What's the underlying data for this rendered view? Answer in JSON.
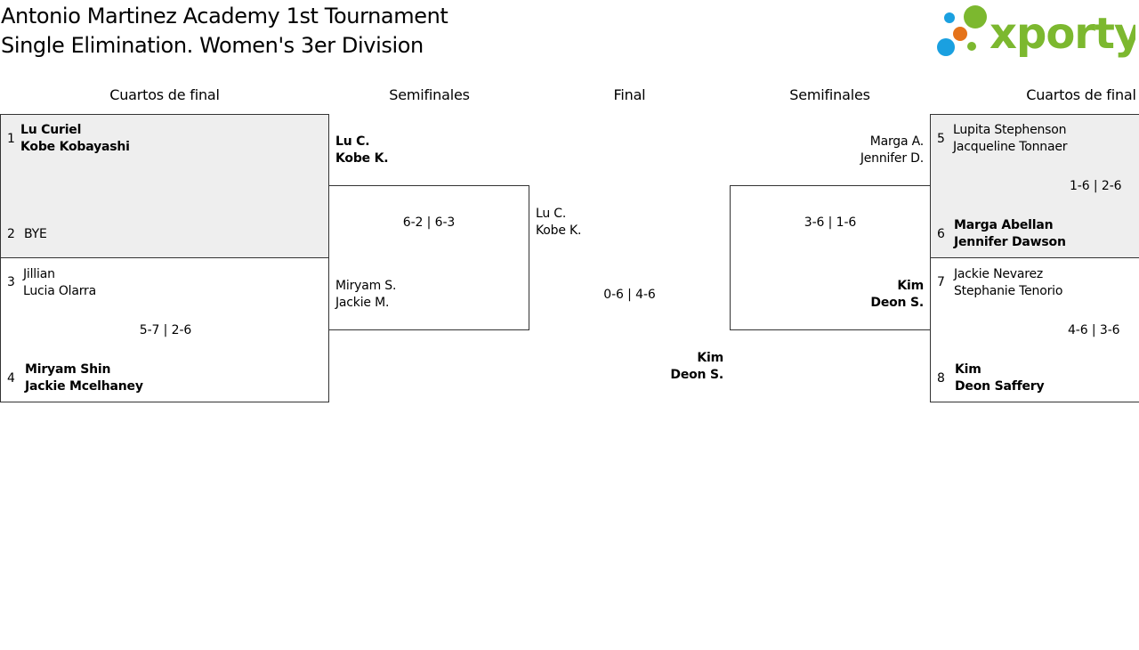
{
  "title": {
    "line1": "Antonio Martinez Academy 1st Tournament",
    "line2": "Single Elimination. Women's 3er Division"
  },
  "logo": {
    "icon": "xporty-dots-icon",
    "text": "xporty",
    "colors": {
      "green": "#7cb82f",
      "blue": "#1aa0e0",
      "orange": "#e5731a"
    }
  },
  "rounds": {
    "left_qf": "Cuartos de final",
    "left_sf": "Semifinales",
    "final": "Final",
    "right_sf": "Semifinales",
    "right_qf": "Cuartos de final"
  },
  "left_qf": [
    {
      "seed_a": "1",
      "a1": "Lu Curiel",
      "a2": "Kobe Kobayashi",
      "seed_b": "2",
      "b1": "BYE",
      "score": ""
    },
    {
      "seed_a": "3",
      "a1": "Jillian",
      "a2": "Lucia Olarra",
      "seed_b": "4",
      "b1": "Miryam Shin",
      "b2": "Jackie Mcelhaney",
      "score": "5-7 | 2-6"
    }
  ],
  "left_sf": {
    "a1": "Lu C.",
    "a2": "Kobe K.",
    "b1": "Miryam S.",
    "b2": "Jackie M.",
    "score": "6-2 | 6-3"
  },
  "final": {
    "a1": "Lu C.",
    "a2": "Kobe K.",
    "b1": "Kim",
    "b2": "Deon S.",
    "score": "0-6 | 4-6"
  },
  "right_sf": {
    "a1": "Marga A.",
    "a2": "Jennifer D.",
    "b1": "Kim",
    "b2": "Deon S.",
    "score": "3-6 | 1-6"
  },
  "right_qf": [
    {
      "seed_a": "5",
      "a1": "Lupita Stephenson",
      "a2": "Jacqueline Tonnaer",
      "seed_b": "6",
      "b1": "Marga Abellan",
      "b2": "Jennifer Dawson",
      "score": "1-6 | 2-6"
    },
    {
      "seed_a": "7",
      "a1": "Jackie Nevarez",
      "a2": "Stephanie Tenorio",
      "seed_b": "8",
      "b1": "Kim",
      "b2": "Deon Saffery",
      "score": "4-6 | 3-6"
    }
  ]
}
